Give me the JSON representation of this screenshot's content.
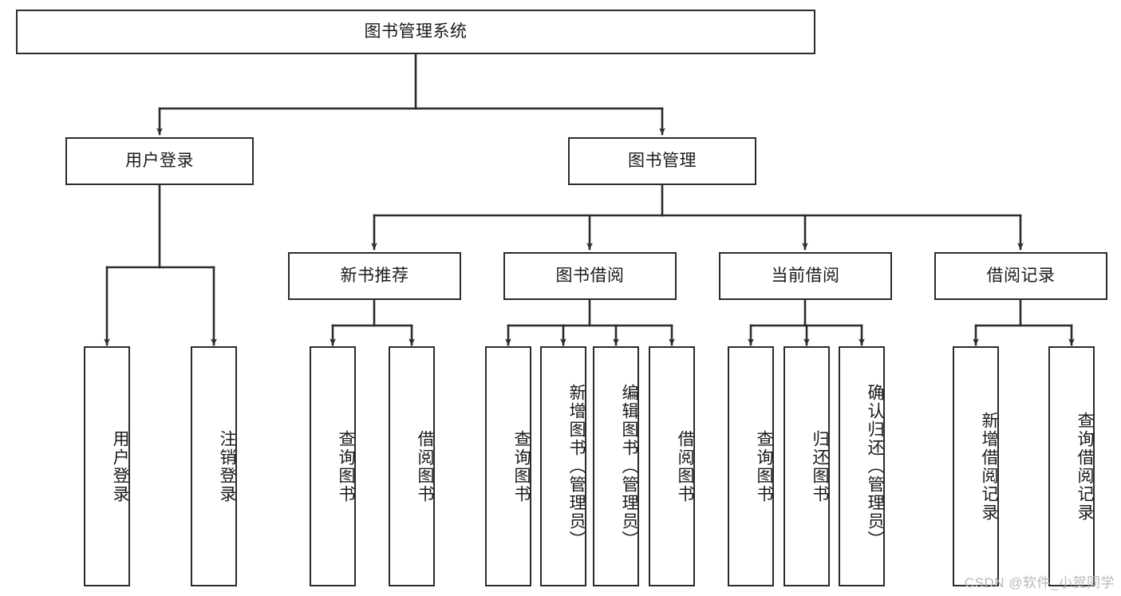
{
  "diagram": {
    "type": "tree-hierarchy",
    "title": "图书管理系统",
    "watermark": "CSDN @软件_小贺同学",
    "colors": {
      "background": "#ffffff",
      "stroke": "#2b2b2b",
      "text": "#1a1a1a",
      "watermark": "#b8b8b8"
    },
    "nodes": {
      "root": {
        "label": "图书管理系统",
        "orientation": "horizontal"
      },
      "level1": [
        {
          "id": "user-login",
          "label": "用户登录",
          "orientation": "horizontal"
        },
        {
          "id": "book-manage",
          "label": "图书管理",
          "orientation": "horizontal"
        }
      ],
      "level2": [
        {
          "id": "new-book-recommend",
          "label": "新书推荐",
          "orientation": "horizontal"
        },
        {
          "id": "book-borrow",
          "label": "图书借阅",
          "orientation": "horizontal"
        },
        {
          "id": "current-borrow",
          "label": "当前借阅",
          "orientation": "horizontal"
        },
        {
          "id": "borrow-record",
          "label": "借阅记录",
          "orientation": "horizontal"
        }
      ],
      "leaves": {
        "user-login": [
          {
            "id": "leaf-user-login",
            "label": "用户登录",
            "orientation": "vertical"
          },
          {
            "id": "leaf-logout",
            "label": "注销登录",
            "orientation": "vertical"
          }
        ],
        "new-book-recommend": [
          {
            "id": "leaf-query-book-1",
            "label": "查询图书",
            "orientation": "vertical"
          },
          {
            "id": "leaf-borrow-book-1",
            "label": "借阅图书",
            "orientation": "vertical"
          }
        ],
        "book-borrow": [
          {
            "id": "leaf-query-book-2",
            "label": "查询图书",
            "orientation": "vertical"
          },
          {
            "id": "leaf-add-book",
            "label": "新增图书（管理员）",
            "orientation": "vertical"
          },
          {
            "id": "leaf-edit-book",
            "label": "编辑图书（管理员）",
            "orientation": "vertical"
          },
          {
            "id": "leaf-borrow-book-2",
            "label": "借阅图书",
            "orientation": "vertical"
          }
        ],
        "current-borrow": [
          {
            "id": "leaf-query-book-3",
            "label": "查询图书",
            "orientation": "vertical"
          },
          {
            "id": "leaf-return-book",
            "label": "归还图书",
            "orientation": "vertical"
          },
          {
            "id": "leaf-confirm-return",
            "label": "确认归还（管理员）",
            "orientation": "vertical"
          }
        ],
        "borrow-record": [
          {
            "id": "leaf-add-record",
            "label": "新增借阅记录",
            "orientation": "vertical"
          },
          {
            "id": "leaf-query-record",
            "label": "查询借阅记录",
            "orientation": "vertical"
          }
        ]
      }
    }
  }
}
